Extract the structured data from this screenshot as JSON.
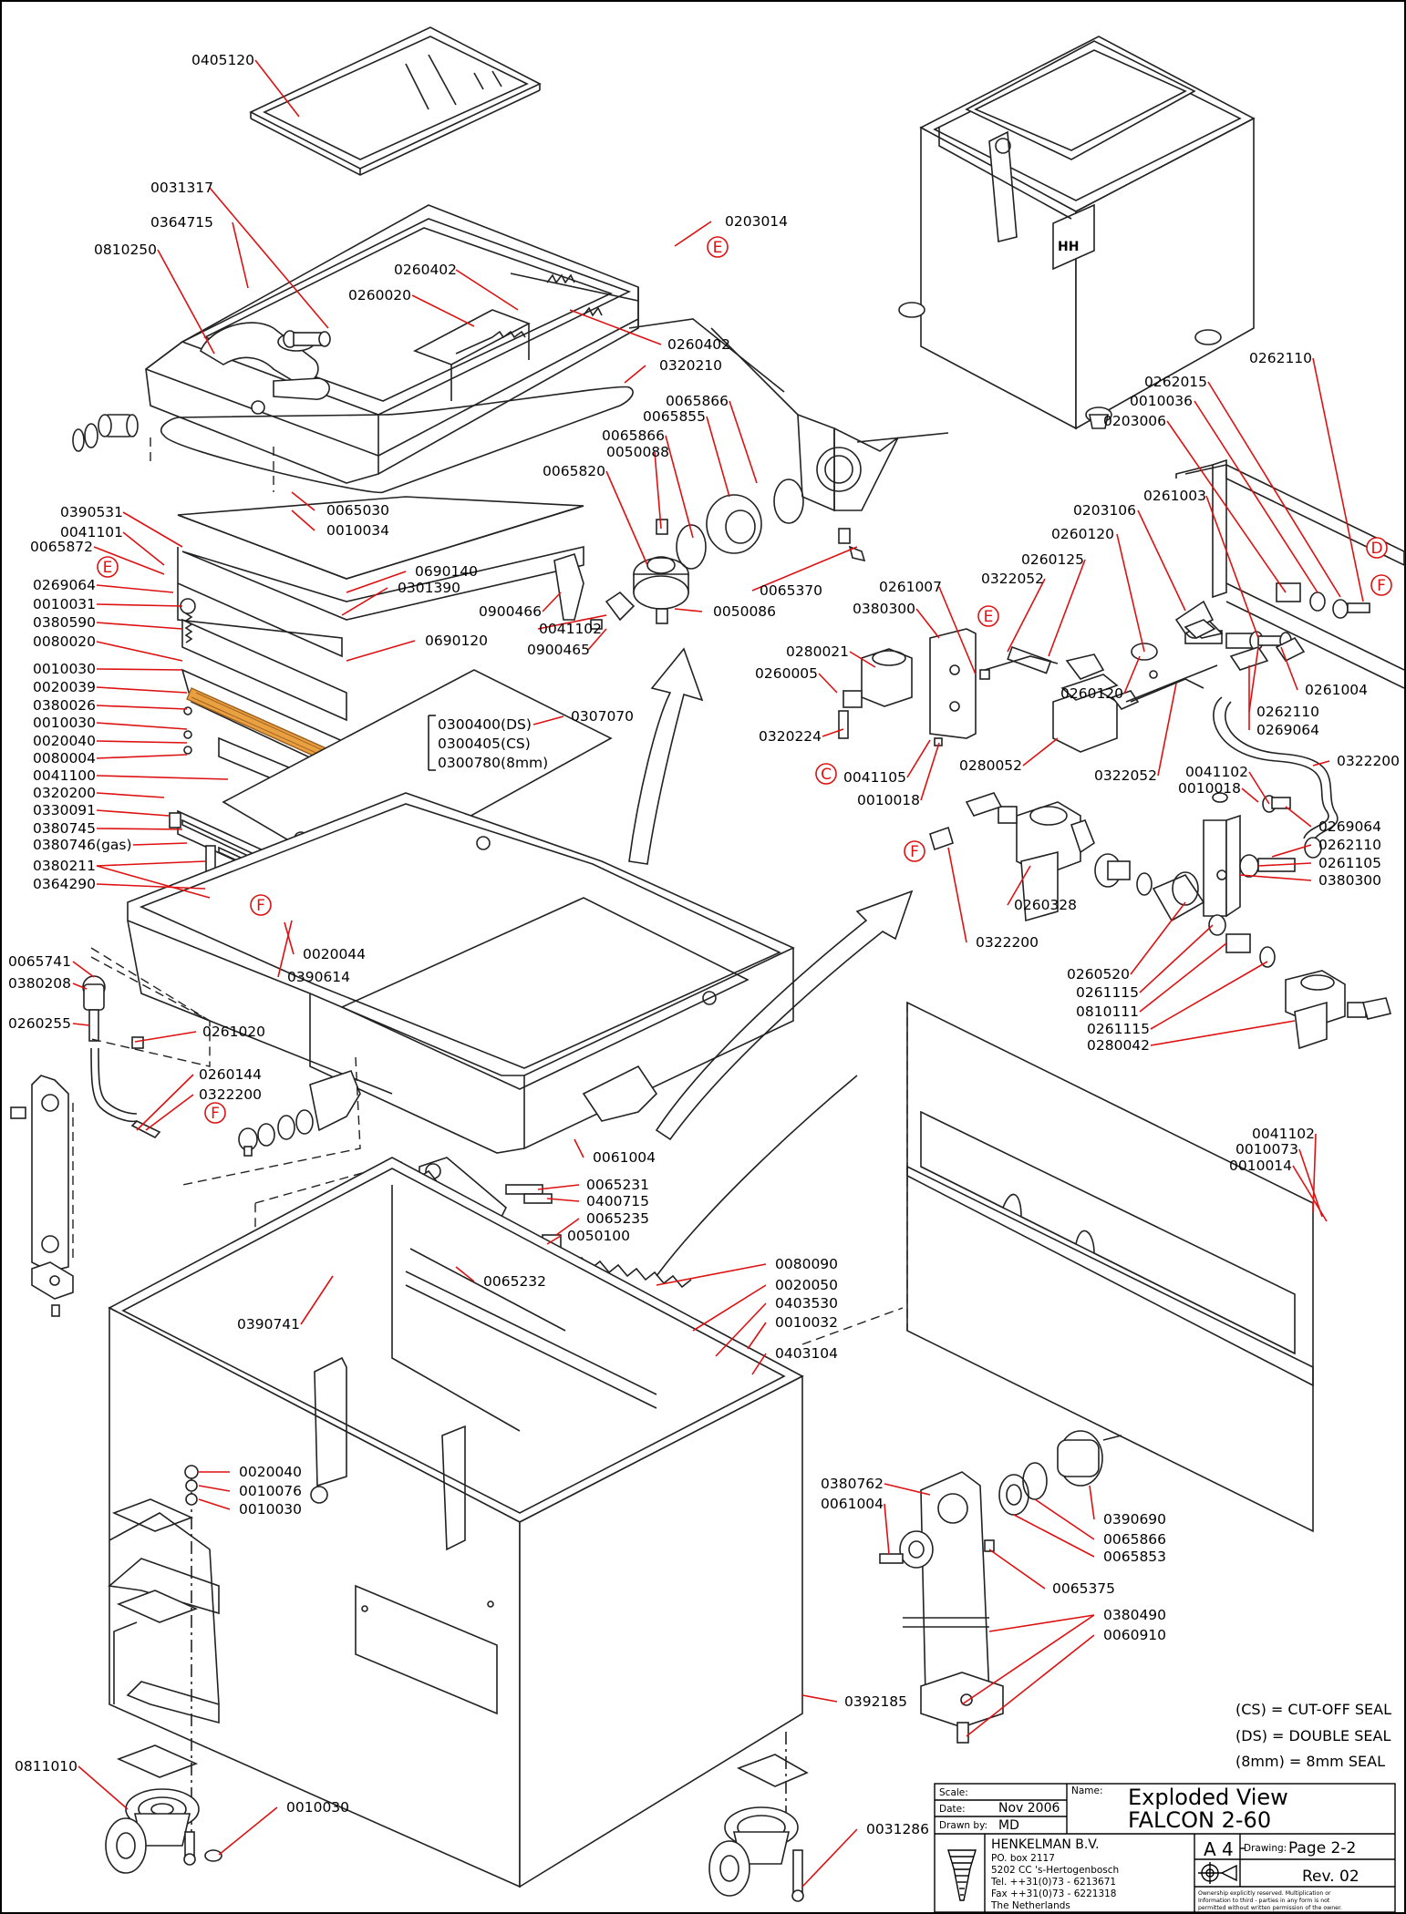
{
  "parts": [
    {
      "id": "p1",
      "code": "0405120"
    },
    {
      "id": "p2",
      "code": "0031317"
    },
    {
      "id": "p3",
      "code": "0364715"
    },
    {
      "id": "p4",
      "code": "0810250"
    },
    {
      "id": "p5",
      "code": "0260402"
    },
    {
      "id": "p6",
      "code": "0260020"
    },
    {
      "id": "p7",
      "code": "0203014"
    },
    {
      "id": "p8",
      "code": "0260402"
    },
    {
      "id": "p9",
      "code": "0320210"
    },
    {
      "id": "p10",
      "code": "0065866"
    },
    {
      "id": "p11",
      "code": "0065855"
    },
    {
      "id": "p12",
      "code": "0065866"
    },
    {
      "id": "p13",
      "code": "0050088"
    },
    {
      "id": "p14",
      "code": "0065820"
    },
    {
      "id": "p15",
      "code": "0065030"
    },
    {
      "id": "p16",
      "code": "0010034"
    },
    {
      "id": "p17",
      "code": "0390531"
    },
    {
      "id": "p18",
      "code": "0041101"
    },
    {
      "id": "p19",
      "code": "0065872"
    },
    {
      "id": "p20",
      "code": "0269064"
    },
    {
      "id": "p21",
      "code": "0010031"
    },
    {
      "id": "p22",
      "code": "0380590"
    },
    {
      "id": "p23",
      "code": "0080020"
    },
    {
      "id": "p24",
      "code": "0010030"
    },
    {
      "id": "p25",
      "code": "0020039"
    },
    {
      "id": "p26",
      "code": "0380026"
    },
    {
      "id": "p27",
      "code": "0010030"
    },
    {
      "id": "p28",
      "code": "0020040"
    },
    {
      "id": "p29",
      "code": "0080004"
    },
    {
      "id": "p30",
      "code": "0041100"
    },
    {
      "id": "p31",
      "code": "0320200"
    },
    {
      "id": "p32",
      "code": "0330091"
    },
    {
      "id": "p33",
      "code": "0380745"
    },
    {
      "id": "p34",
      "code": "0380746(gas)"
    },
    {
      "id": "p35",
      "code": "0380211"
    },
    {
      "id": "p36",
      "code": "0364290"
    },
    {
      "id": "p37",
      "code": "0690140"
    },
    {
      "id": "p38",
      "code": "0301390"
    },
    {
      "id": "p39",
      "code": "0690120"
    },
    {
      "id": "p40",
      "code": "0900466"
    },
    {
      "id": "p41",
      "code": "0041102"
    },
    {
      "id": "p42",
      "code": "0900465"
    },
    {
      "id": "p43",
      "code": "0050086"
    },
    {
      "id": "p44",
      "code": "0065370"
    },
    {
      "id": "p45",
      "code": "0307070"
    },
    {
      "id": "p46",
      "code": "0020044"
    },
    {
      "id": "p47",
      "code": "0390614"
    },
    {
      "id": "p48",
      "code": "0065741"
    },
    {
      "id": "p49",
      "code": "0380208"
    },
    {
      "id": "p50",
      "code": "0260255"
    },
    {
      "id": "p51",
      "code": "0261020"
    },
    {
      "id": "p52",
      "code": "0260144"
    },
    {
      "id": "p53",
      "code": "0322200"
    },
    {
      "id": "p54",
      "code": "0061004"
    },
    {
      "id": "p55",
      "code": "0065231"
    },
    {
      "id": "p56",
      "code": "0400715"
    },
    {
      "id": "p57",
      "code": "0065235"
    },
    {
      "id": "p58",
      "code": "0050100"
    },
    {
      "id": "p59",
      "code": "0065232"
    },
    {
      "id": "p60",
      "code": "0390741"
    },
    {
      "id": "p61",
      "code": "0080090"
    },
    {
      "id": "p62",
      "code": "0020050"
    },
    {
      "id": "p63",
      "code": "0403530"
    },
    {
      "id": "p64",
      "code": "0010032"
    },
    {
      "id": "p65",
      "code": "0403104"
    },
    {
      "id": "p66",
      "code": "0020040"
    },
    {
      "id": "p67",
      "code": "0010076"
    },
    {
      "id": "p68",
      "code": "0010030"
    },
    {
      "id": "p69",
      "code": "0811010"
    },
    {
      "id": "p70",
      "code": "0010030"
    },
    {
      "id": "p71",
      "code": "0392185"
    },
    {
      "id": "p72",
      "code": "0031286"
    },
    {
      "id": "p73",
      "code": "0261007"
    },
    {
      "id": "p74",
      "code": "0380300"
    },
    {
      "id": "p75",
      "code": "0280021"
    },
    {
      "id": "p76",
      "code": "0260005"
    },
    {
      "id": "p77",
      "code": "0320224"
    },
    {
      "id": "p78",
      "code": "0041105"
    },
    {
      "id": "p79",
      "code": "0010018"
    },
    {
      "id": "p80",
      "code": "0280052"
    },
    {
      "id": "p81",
      "code": "0260125"
    },
    {
      "id": "p82",
      "code": "0322052"
    },
    {
      "id": "p83",
      "code": "0260120"
    },
    {
      "id": "p84",
      "code": "0203106"
    },
    {
      "id": "p85",
      "code": "0261003"
    },
    {
      "id": "p86",
      "code": "0203006"
    },
    {
      "id": "p87",
      "code": "0010036"
    },
    {
      "id": "p88",
      "code": "0262015"
    },
    {
      "id": "p89",
      "code": "0262110"
    },
    {
      "id": "p90",
      "code": "0261004"
    },
    {
      "id": "p91",
      "code": "0262110"
    },
    {
      "id": "p92",
      "code": "0269064"
    },
    {
      "id": "p93",
      "code": "0260120"
    },
    {
      "id": "p94",
      "code": "0322052"
    },
    {
      "id": "p95",
      "code": "0322200"
    },
    {
      "id": "p96",
      "code": "0041102"
    },
    {
      "id": "p97",
      "code": "0010018"
    },
    {
      "id": "p98",
      "code": "0269064"
    },
    {
      "id": "p99",
      "code": "0262110"
    },
    {
      "id": "p100",
      "code": "0261105"
    },
    {
      "id": "p101",
      "code": "0380300"
    },
    {
      "id": "p102",
      "code": "0260328"
    },
    {
      "id": "p103",
      "code": "0322200"
    },
    {
      "id": "p104",
      "code": "0260520"
    },
    {
      "id": "p105",
      "code": "0261115"
    },
    {
      "id": "p106",
      "code": "0810111"
    },
    {
      "id": "p107",
      "code": "0261115"
    },
    {
      "id": "p108",
      "code": "0280042"
    },
    {
      "id": "p109",
      "code": "0041102"
    },
    {
      "id": "p110",
      "code": "0010073"
    },
    {
      "id": "p111",
      "code": "0010014"
    },
    {
      "id": "p112",
      "code": "0380762"
    },
    {
      "id": "p113",
      "code": "0061004"
    },
    {
      "id": "p114",
      "code": "0390690"
    },
    {
      "id": "p115",
      "code": "0065866"
    },
    {
      "id": "p116",
      "code": "0065853"
    },
    {
      "id": "p117",
      "code": "0065375"
    },
    {
      "id": "p118",
      "code": "0380490"
    },
    {
      "id": "p119",
      "code": "0060910"
    }
  ],
  "seal_labels": [
    "0300400(DS)",
    "0300405(CS)",
    "0300780(8mm)"
  ],
  "callouts": [
    {
      "id": "c1",
      "letter": "E"
    },
    {
      "id": "c2",
      "letter": "E"
    },
    {
      "id": "c3",
      "letter": "F"
    },
    {
      "id": "c4",
      "letter": "F"
    },
    {
      "id": "c5",
      "letter": "E"
    },
    {
      "id": "c6",
      "letter": "D"
    },
    {
      "id": "c7",
      "letter": "F"
    },
    {
      "id": "c8",
      "letter": "C"
    },
    {
      "id": "c9",
      "letter": "F"
    }
  ],
  "legend": [
    "(CS) = CUT-OFF SEAL",
    "(DS) = DOUBLE SEAL",
    "(8mm) = 8mm SEAL"
  ],
  "title_block": {
    "scale_label": "Scale:",
    "date_label": "Date:",
    "date_value": "Nov 2006",
    "drawn_label": "Drawn by:",
    "drawn_value": "MD",
    "name_label": "Name:",
    "title_line1": "Exploded View",
    "title_line2": "FALCON 2-60",
    "company": "HENKELMAN B.V.",
    "address1": "PO. box  2117",
    "address2": "5202  CC   's-Hertogenbosch",
    "tel": "Tel.  ++31(0)73 - 6213671",
    "fax": "Fax  ++31(0)73 - 6221318",
    "country": "The Netherlands",
    "sheet_size": "A 4",
    "drawing_label": "Drawing:",
    "drawing_value": "Page 2-2",
    "revision": "Rev. 02",
    "ownership_1": "Ownership  explicitly  reserved.  Multiplication  or",
    "ownership_2": "Information  to  third - parties  in  any  form  is  not",
    "ownership_3": "permitted  without  written  permission  of  the  owner."
  },
  "colors": {
    "leader": "#d11",
    "line": "#222",
    "seal_wire": "#e8a040"
  }
}
